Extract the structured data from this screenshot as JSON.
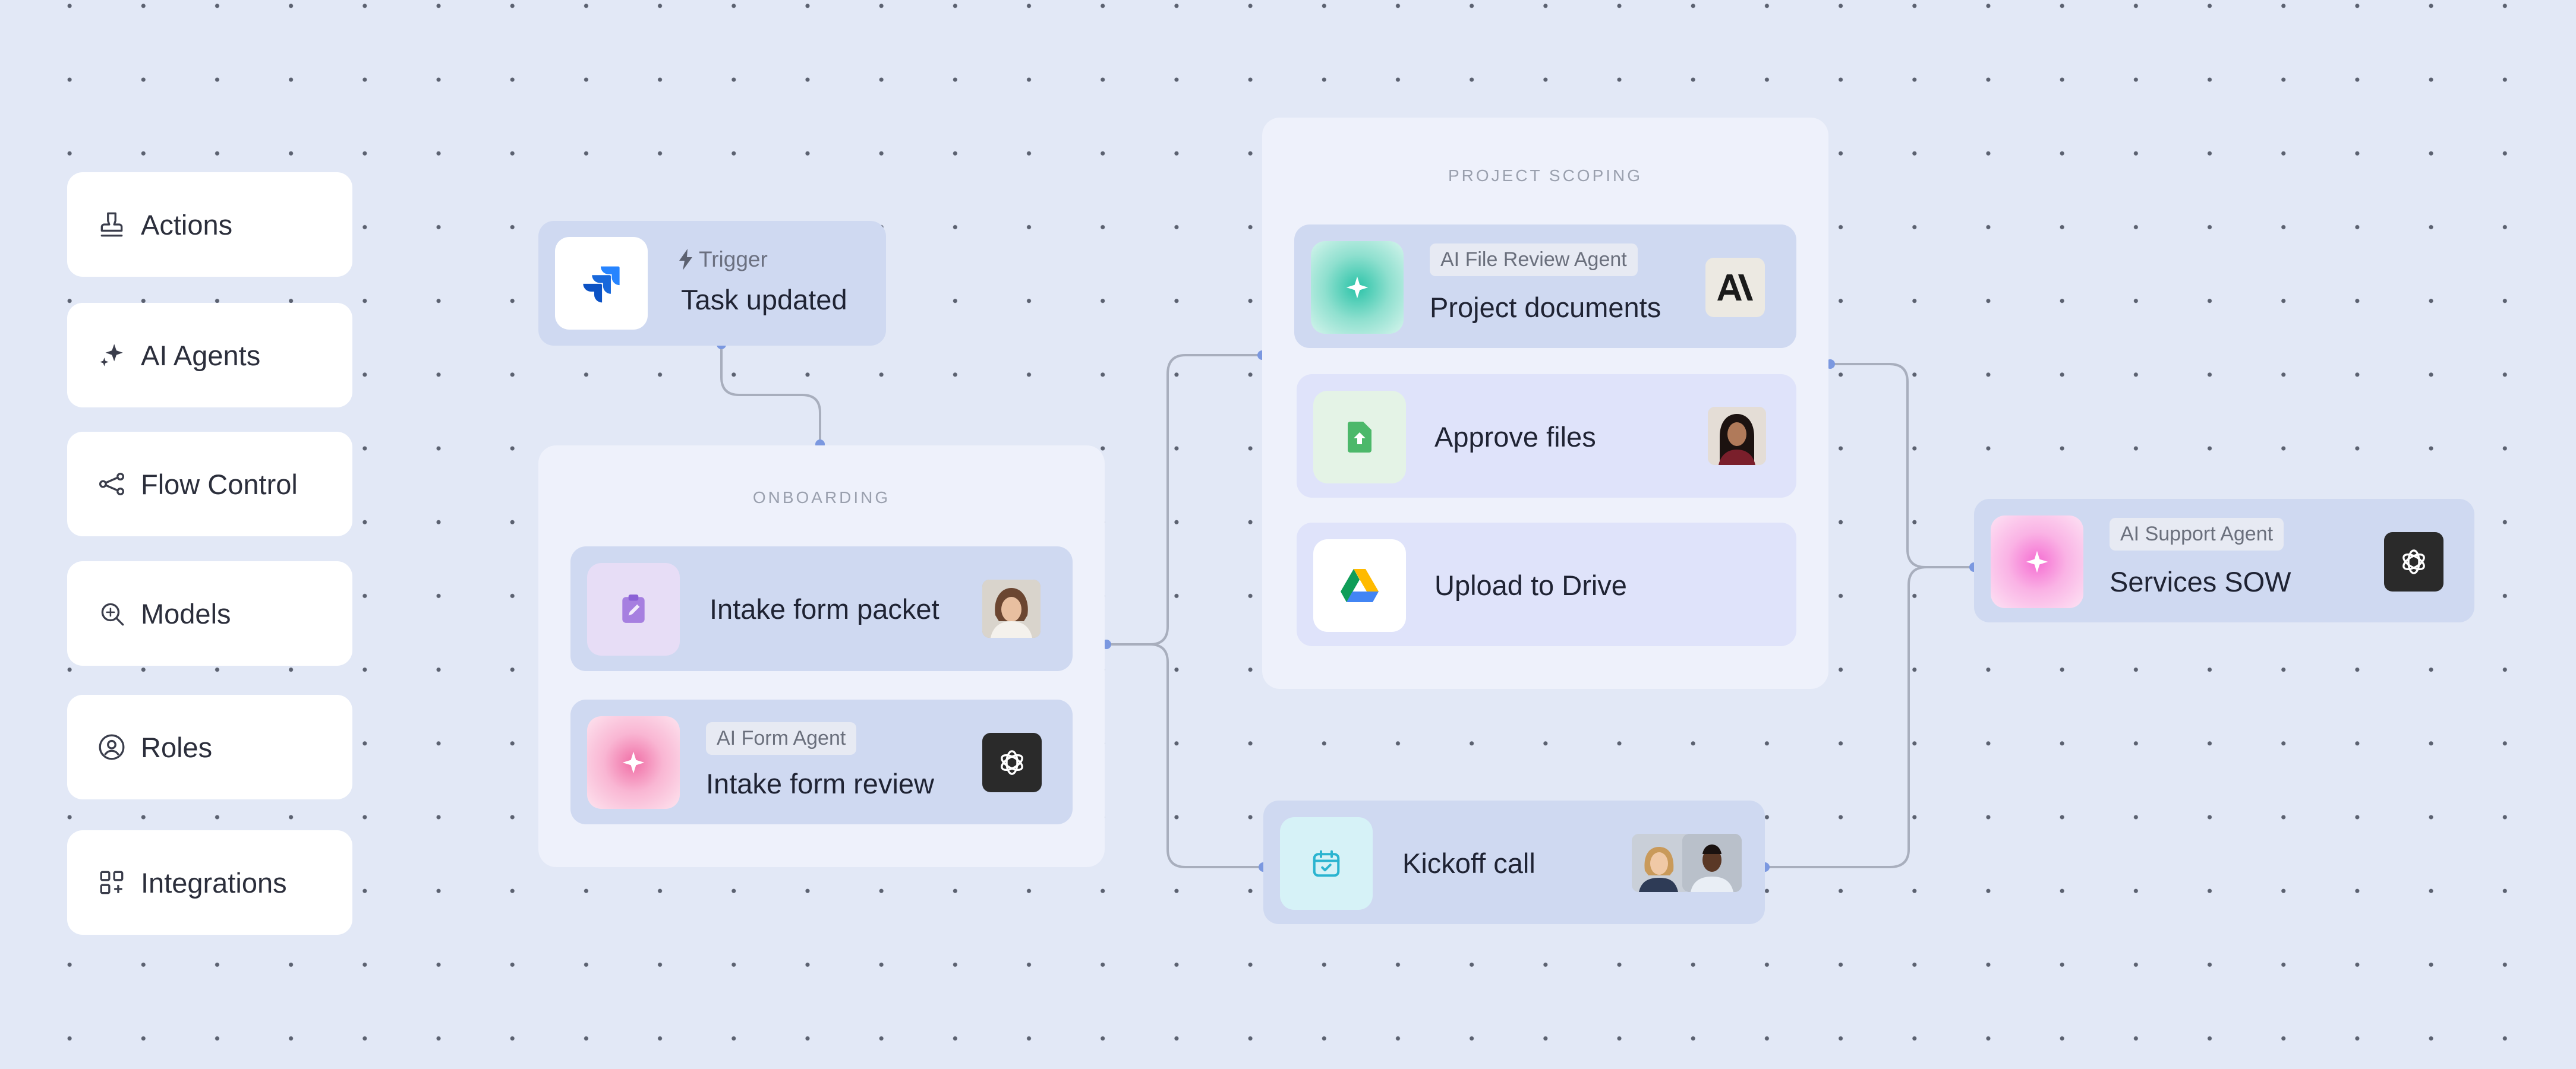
{
  "sidebar": {
    "items": [
      {
        "label": "Actions",
        "icon": "stamp-icon"
      },
      {
        "label": "AI Agents",
        "icon": "sparkle-icon"
      },
      {
        "label": "Flow Control",
        "icon": "branch-icon"
      },
      {
        "label": "Models",
        "icon": "search-sparkle-icon"
      },
      {
        "label": "Roles",
        "icon": "user-circle-icon"
      },
      {
        "label": "Integrations",
        "icon": "grid-plus-icon"
      }
    ]
  },
  "trigger": {
    "tag": "Trigger",
    "title": "Task updated",
    "icon": "jira-icon"
  },
  "onboarding": {
    "title": "ONBOARDING",
    "cards": [
      {
        "title": "Intake form packet",
        "icon": "clipboard-icon"
      },
      {
        "badge": "AI Form Agent",
        "title": "Intake form review",
        "icon": "sparkle-icon",
        "logo": "openai-logo-icon"
      }
    ]
  },
  "scoping": {
    "title": "PROJECT SCOPING",
    "cards": [
      {
        "badge": "AI File Review Agent",
        "title": "Project documents",
        "icon": "sparkle-icon",
        "logo": "anthropic-logo-icon"
      },
      {
        "title": "Approve files",
        "icon": "file-upload-icon"
      },
      {
        "title": "Upload to Drive",
        "icon": "google-drive-icon"
      }
    ]
  },
  "kickoff": {
    "title": "Kickoff call",
    "icon": "calendar-check-icon"
  },
  "support": {
    "badge": "AI Support Agent",
    "title": "Services SOW",
    "icon": "sparkle-icon",
    "logo": "openai-logo-icon"
  },
  "colors": {
    "background": "#e2e8f6",
    "card_blue": "#cfd9f1",
    "card_lavender": "#dfe3fa",
    "connector": "#a7adbc",
    "port": "#7b98e0"
  }
}
